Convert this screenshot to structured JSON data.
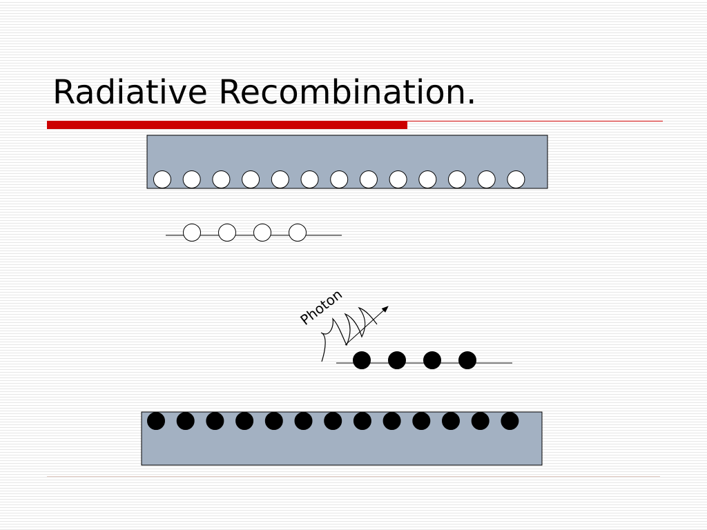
{
  "title": "Radiative Recombination.",
  "diagram": {
    "photon_label": "Photon",
    "conduction_band_hole_count": 13,
    "donor_level_hole_count": 4,
    "acceptor_level_electron_count": 4,
    "valence_band_electron_count": 13,
    "band_fill_color": "#a3b1c2",
    "accent_color": "#cc0000"
  }
}
